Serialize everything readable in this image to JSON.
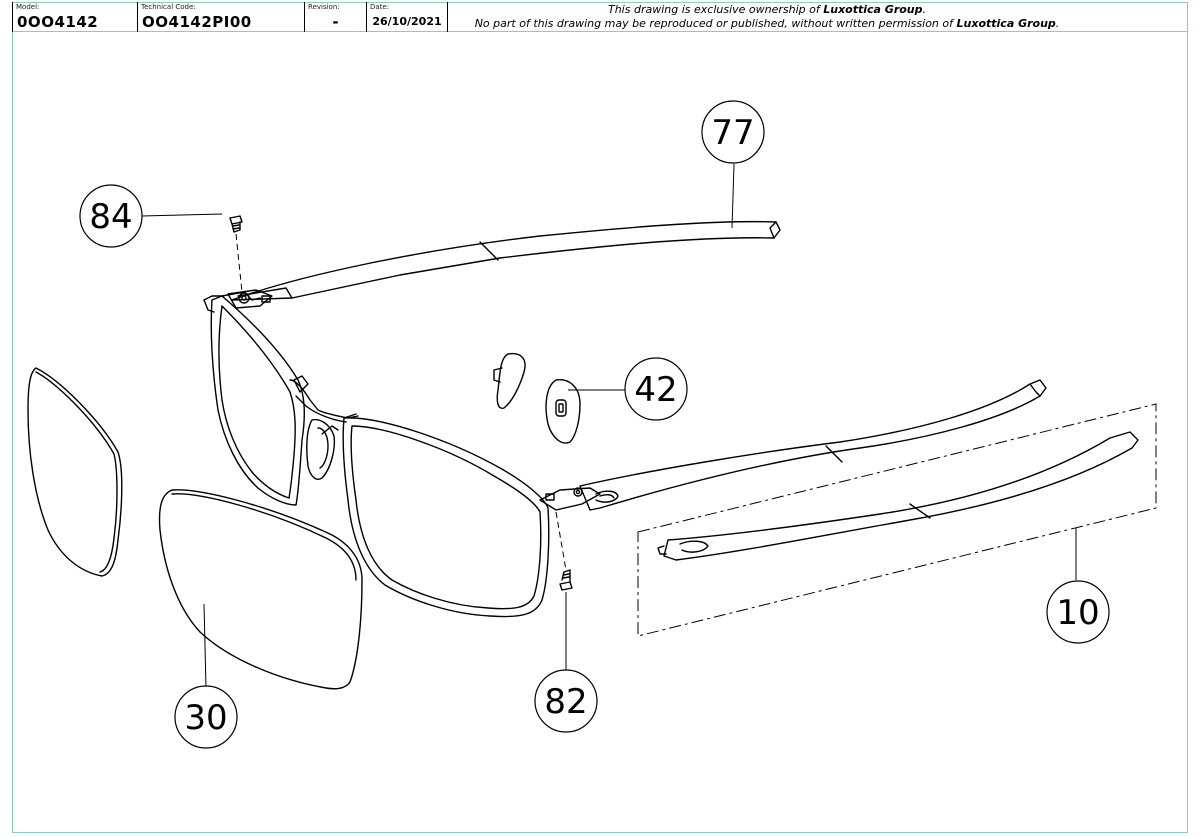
{
  "title_block": {
    "model_label": "Model:",
    "model_value": "0OO4142",
    "technical_code_label": "Technical Code:",
    "technical_code_value": "OO4142PI00",
    "revision_label": "Revision:",
    "revision_value": "-",
    "date_label": "Date:",
    "date_value": "26/10/2021",
    "notice_line1_pre": "This drawing is exclusive ownership of ",
    "notice_line1_bold": "Luxottica Group",
    "notice_line1_post": ".",
    "notice_line2_pre": "No part of this drawing may be reproduced or published, without written permission of ",
    "notice_line2_bold": "Luxottica Group",
    "notice_line2_post": "."
  },
  "callouts": {
    "c77": "77",
    "c84": "84",
    "c42": "42",
    "c30": "30",
    "c82": "82",
    "c10": "10"
  }
}
